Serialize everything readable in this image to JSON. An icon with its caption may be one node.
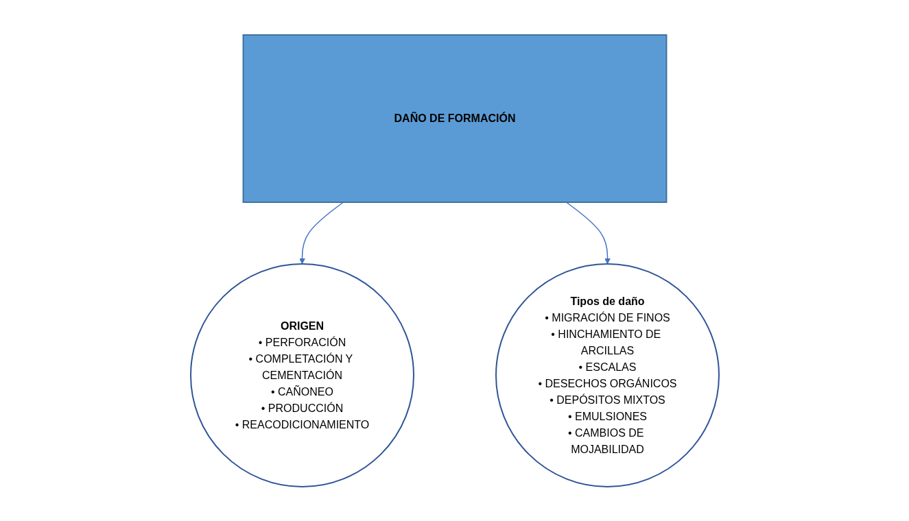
{
  "diagram": {
    "nodes": [
      {
        "text": [
          "DAÑO DE FORMACIÓN"
        ]
      },
      {
        "text": [
          "ORIGEN",
          "• PERFORACIÓN",
          "• COMPLETACIÓN Y CEMENTACIÓN",
          "• CAÑONEO",
          "• PRODUCCIÓN",
          "• REACODICIONAMIENTO"
        ]
      },
      {
        "text": [
          "Tipos de daño",
          "• MIGRACIÓN DE FINOS",
          "• HINCHAMIENTO DE ARCILLAS",
          "• ESCALAS",
          "• DESECHOS ORGÁNICOS",
          "• DEPÓSITOS MIXTOS",
          "• EMULSIONES",
          "• CAMBIOS DE MOJABILIDAD"
        ]
      }
    ],
    "edges": [
      {
        "from": 0,
        "to": 1,
        "arrow": "to"
      },
      {
        "from": 0,
        "to": 2,
        "arrow": "to"
      }
    ]
  }
}
